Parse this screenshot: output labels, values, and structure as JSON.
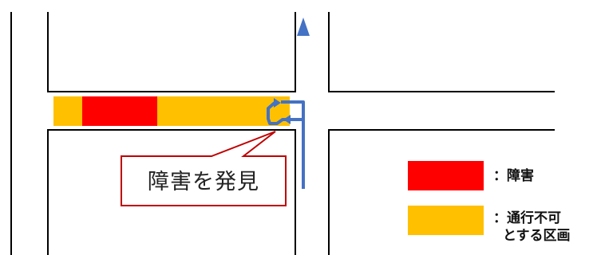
{
  "callout": {
    "text": "障害を発見"
  },
  "legend": {
    "obstacle": {
      "label": "：障害",
      "color": "#ff0000"
    },
    "impassable": {
      "line1": "：通行不可",
      "line2": "とする区画",
      "color": "#ffc000"
    }
  },
  "colors": {
    "road_edge": "#000000",
    "route_arrow": "#4472c4",
    "callout_border": "#c00000"
  }
}
